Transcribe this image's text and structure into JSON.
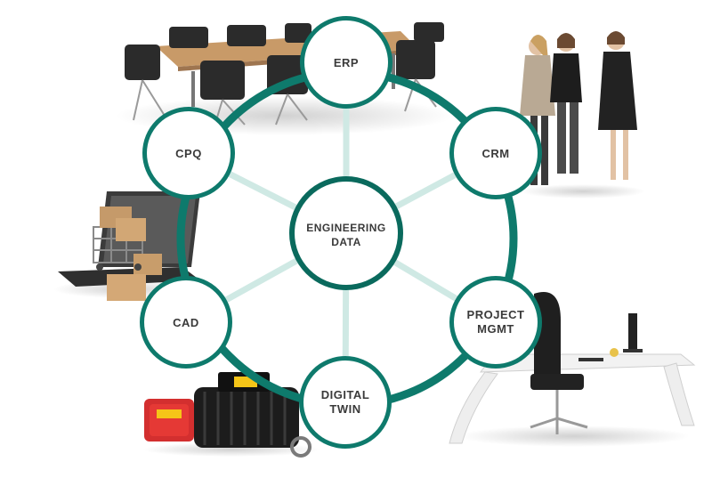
{
  "diagram": {
    "center": {
      "lines": [
        "ENGINEERING",
        "DATA"
      ]
    },
    "nodes": [
      {
        "id": "erp",
        "lines": [
          "ERP"
        ]
      },
      {
        "id": "crm",
        "lines": [
          "CRM"
        ]
      },
      {
        "id": "project-mgmt",
        "lines": [
          "PROJECT",
          "MGMT"
        ]
      },
      {
        "id": "digital-twin",
        "lines": [
          "DIGITAL",
          "TWIN"
        ]
      },
      {
        "id": "cad",
        "lines": [
          "CAD"
        ]
      },
      {
        "id": "cpq",
        "lines": [
          "CPQ"
        ]
      }
    ]
  },
  "colors": {
    "teal": "#0e7a6c",
    "teal_dark": "#0a6a5d",
    "spoke": "#cfe9e4",
    "node_fill": "#ffffff",
    "label": "#3a3a3a"
  },
  "illustrations": [
    "conference-table-photo",
    "business-women-photo",
    "laptop-shopping-photo",
    "office-desk-photo",
    "winch-photo"
  ]
}
